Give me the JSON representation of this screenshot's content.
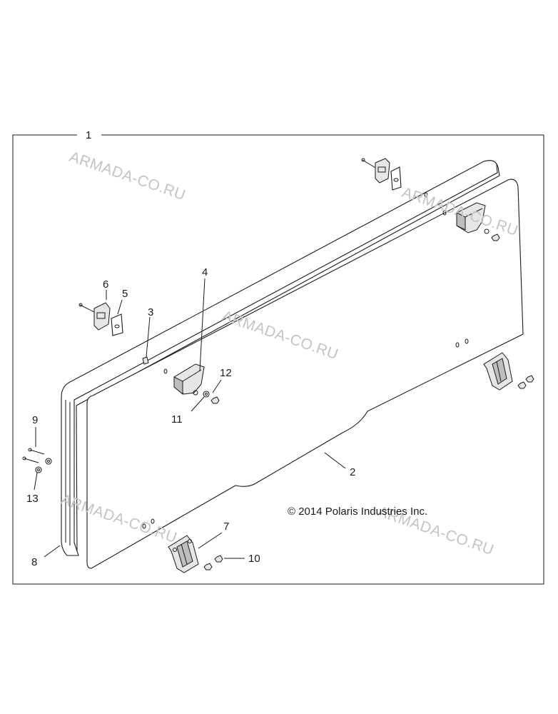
{
  "callouts": {
    "c1": "1",
    "c2": "2",
    "c3": "3",
    "c4": "4",
    "c5": "5",
    "c6": "6",
    "c7": "7",
    "c8": "8",
    "c9": "9",
    "c10": "10",
    "c11": "11",
    "c12": "12",
    "c13": "13"
  },
  "copyright": "© 2014 Polaris Industries Inc.",
  "watermark": "ARMADA-CO.RU",
  "colors": {
    "line": "#1a1a1a",
    "watermark": "#c4c4c4",
    "background": "#ffffff"
  }
}
